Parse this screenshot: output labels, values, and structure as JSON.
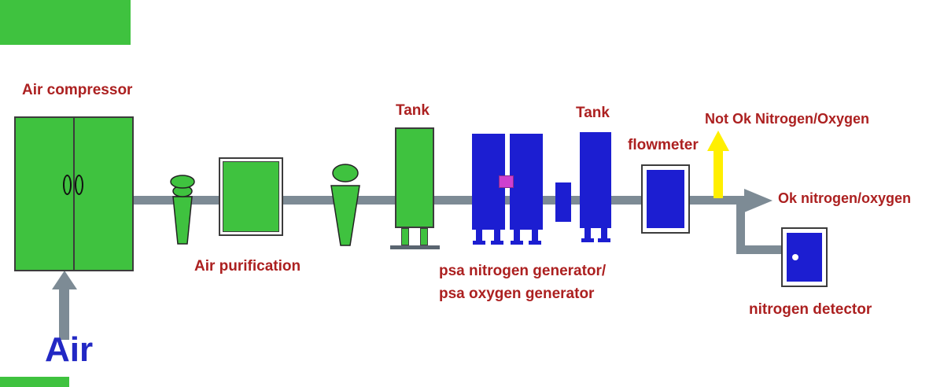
{
  "diagram": {
    "air_compressor_label": "Air compressor",
    "air_label": "Air",
    "air_purification_label": "Air purification",
    "tank1_label": "Tank",
    "tank2_label": "Tank",
    "psa_label_line1": "psa nitrogen generator/",
    "psa_label_line2": "psa oxygen generator",
    "flowmeter_label": "flowmeter",
    "not_ok_label": "Not Ok Nitrogen/Oxygen",
    "ok_label": "Ok nitrogen/oxygen",
    "nitrogen_detector_label": "nitrogen detector"
  },
  "colors": {
    "green": "#3fc23f",
    "blue": "#1c1ed1",
    "pipe": "#7d8b95",
    "label": "#ac2020",
    "air": "#2228c4",
    "yellow": "#ffef00",
    "magenta": "#cf3fcf",
    "outline": "#3c3c3c",
    "background": "#ffffff"
  }
}
